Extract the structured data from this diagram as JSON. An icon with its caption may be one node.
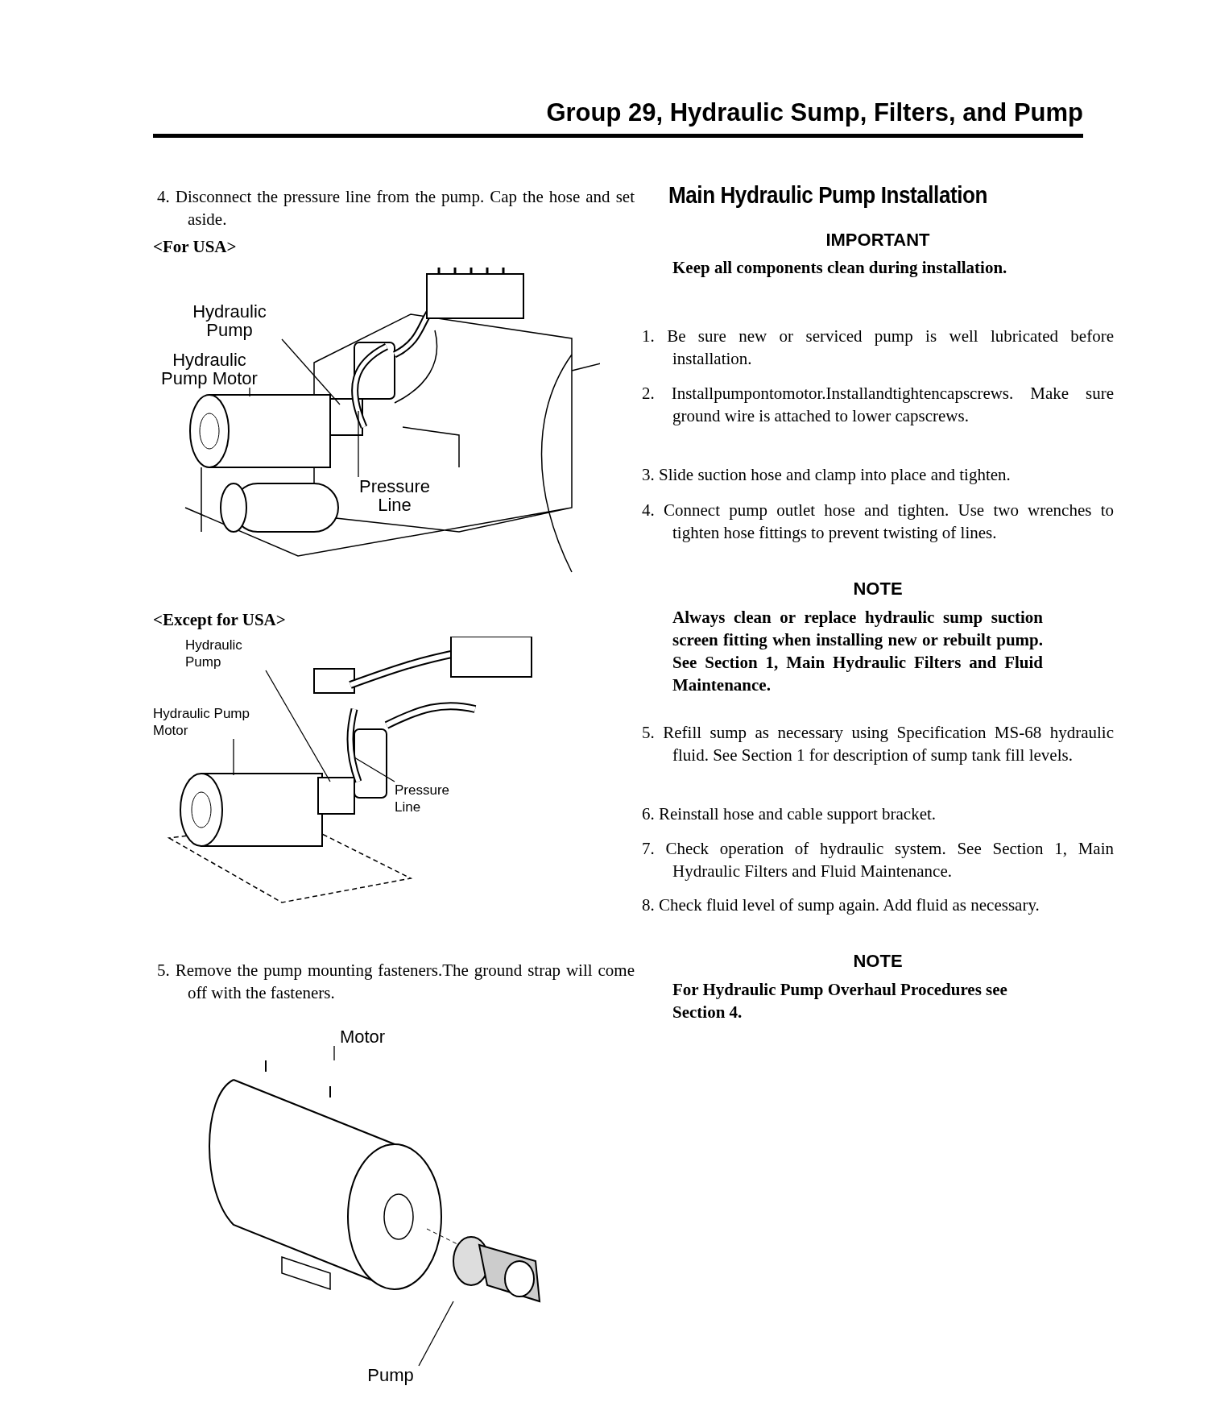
{
  "diagram": {
    "title": "Group 29, Hydraulic Sump, Filters, and Pump",
    "nodes": [
      {
        "text": [
          "Hydraulic Pump"
        ]
      },
      {
        "text": [
          "Hydraulic Pump Motor"
        ]
      },
      {
        "text": [
          "Pressure Line"
        ]
      },
      {
        "text": [
          "Hydraulic Pump"
        ]
      },
      {
        "text": [
          "Hydraulic Pump Motor"
        ]
      },
      {
        "text": [
          "Pressure Line"
        ]
      },
      {
        "text": [
          "Motor"
        ]
      },
      {
        "text": [
          "Pump"
        ]
      },
      {
        "text": [],
        "shape": "picture"
      },
      {
        "text": [],
        "shape": "picture"
      }
    ],
    "edges": [
      {
        "from": 0,
        "to": null,
        "arrow": "none"
      },
      {
        "from": 1,
        "to": null,
        "arrow": "none"
      },
      {
        "from": 2,
        "to": null,
        "arrow": "none"
      },
      {
        "from": 3,
        "to": null,
        "arrow": "none"
      },
      {
        "from": 4,
        "to": null,
        "arrow": "none"
      },
      {
        "from": 5,
        "to": null,
        "arrow": "none"
      },
      {
        "from": 6,
        "to": 8,
        "arrow": "none"
      },
      {
        "from": 7,
        "to": 9,
        "arrow": "none"
      }
    ],
    "labels": [
      "4. Disconnect the pressure line from the pump. Cap the hose and set aside.",
      "<For USA>",
      "<Except for USA>",
      "5. Remove the pump mounting fasteners.The ground strap will come off with the fasteners.",
      "Main Hydraulic Pump Installation",
      "IMPORTANT",
      "Keep all components clean during installation.",
      "1. Be sure new or serviced pump is well lubricated before installation.",
      "2. Installpumpontomotor.Installandtightencapscrews. Make sure ground wire is attached to lower capscrews.",
      "3. Slide suction hose and clamp into place and tighten.",
      "4. Connect pump outlet hose and tighten. Use two wrenches to tighten hose fittings to prevent twisting of lines.",
      "NOTE",
      "Always clean or replace hydraulic sump suction screen fitting when installing new or rebuilt pump. See Section 1, Main Hydraulic Filters and Fluid Maintenance.",
      "5. Refill sump as necessary using Specification MS-68 hydraulic fluid. See Section 1 for description of sump tank fill levels.",
      "6. Reinstall hose and cable support bracket.",
      "7. Check operation of hydraulic system. See Section 1, Main Hydraulic Filters and Fluid Maintenance.",
      "8. Check fluid level of sump again. Add fluid as necessary.",
      "NOTE",
      "For Hydraulic Pump Overhaul Procedures see Section 4."
    ]
  }
}
